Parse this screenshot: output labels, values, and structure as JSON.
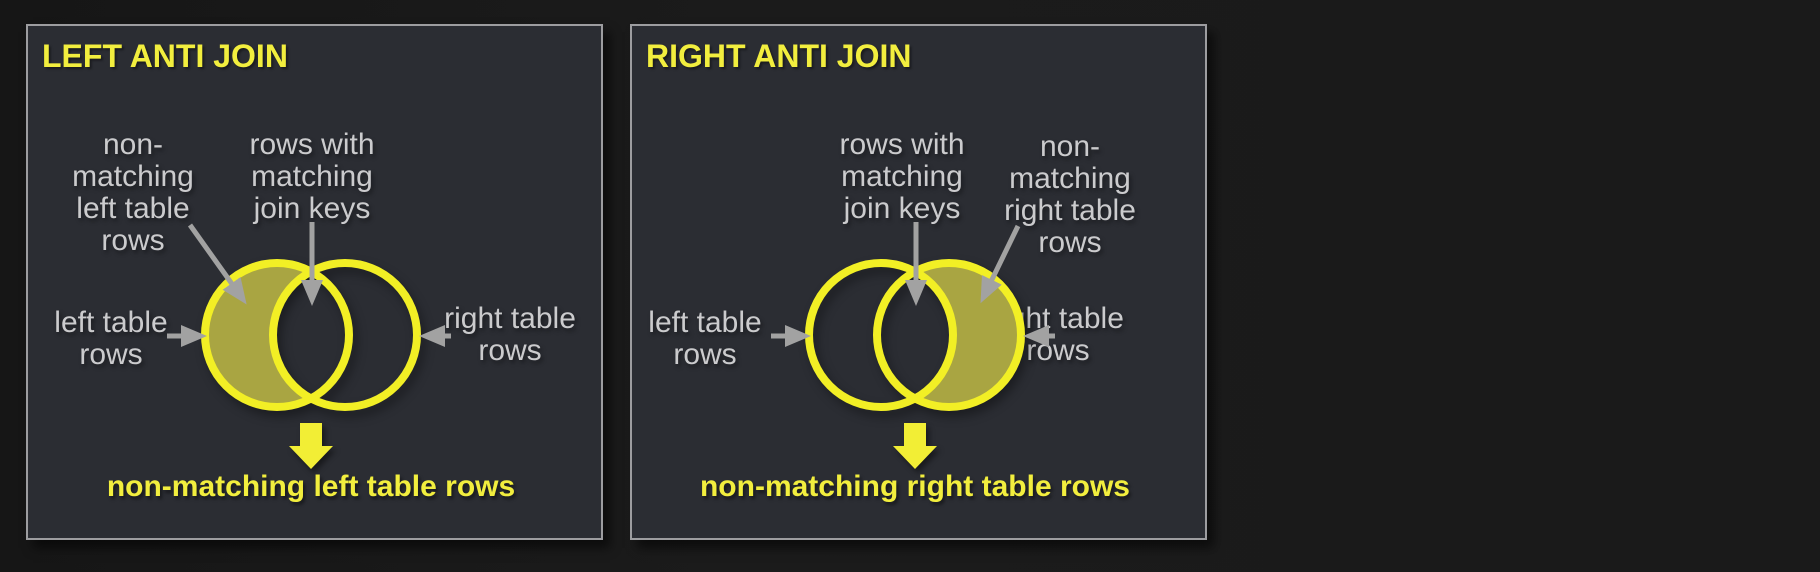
{
  "colors": {
    "background": "#1a1a1a",
    "panel_background": "#2b2d33",
    "panel_border": "#9d9da0",
    "title_yellow": "#f2ee3e",
    "ring_yellow": "#f2ef25",
    "crescent_olive": "#a9a542",
    "label_gray": "#cbcbcd",
    "arrow_gray": "#a2a2a2"
  },
  "panels": [
    {
      "title": "LEFT ANTI JOIN",
      "annotation_outer": "non-\nmatching\nleft table\nrows",
      "annotation_center": "rows with\nmatching\njoin keys",
      "left_label": "left table\nrows",
      "right_label": "right table\nrows",
      "result": "non-matching left table rows"
    },
    {
      "title": "RIGHT ANTI JOIN",
      "annotation_center": "rows with\nmatching\njoin keys",
      "annotation_outer": "non-\nmatching\nright table\nrows",
      "left_label": "left table\nrows",
      "right_label": "right table\nrows",
      "result": "non-matching right table rows"
    }
  ]
}
